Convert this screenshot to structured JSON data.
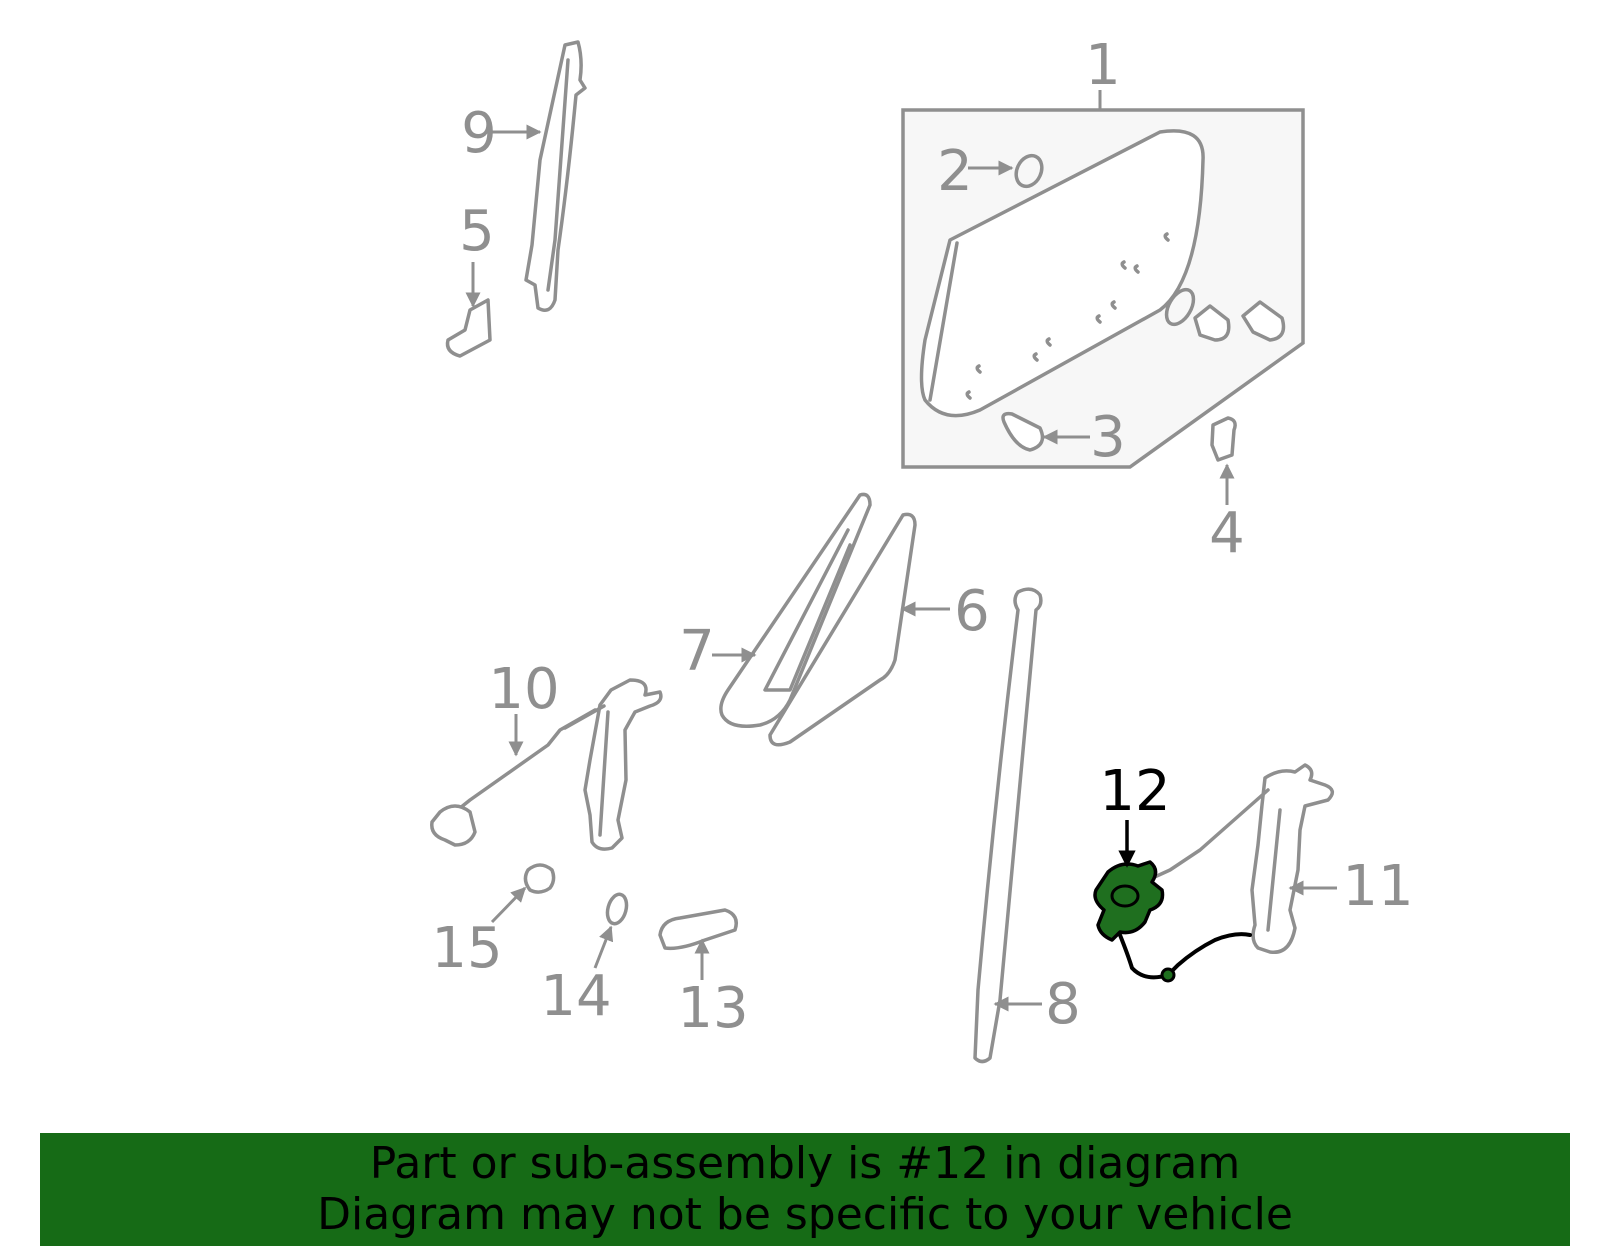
{
  "highlight_color": "#166b16",
  "callouts": {
    "c1": "1",
    "c2": "2",
    "c3": "3",
    "c4": "4",
    "c5": "5",
    "c6": "6",
    "c7": "7",
    "c8": "8",
    "c9": "9",
    "c10": "10",
    "c11": "11",
    "c12": "12",
    "c13": "13",
    "c14": "14",
    "c15": "15"
  },
  "highlighted_part": "12",
  "banner": {
    "line1": "Part or sub-assembly is #12 in diagram",
    "line2": "Diagram may not be specific to your vehicle"
  }
}
